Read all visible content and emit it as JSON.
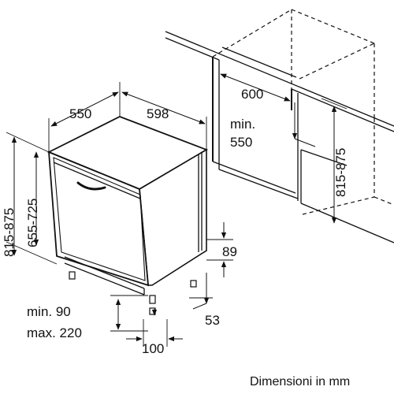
{
  "dimensions": {
    "appliance_depth": "550",
    "appliance_width": "598",
    "niche_width": "600",
    "niche_min_depth_line1": "min.",
    "niche_min_depth_line2": "550",
    "niche_height": "815-875",
    "appliance_height": "815-875",
    "door_height": "655-725",
    "plinth_height": "89",
    "foot_offset": "53",
    "plinth_depth_min": "min. 90",
    "plinth_depth_max": "max. 220",
    "plinth_setback": "100"
  },
  "caption": "Dimensioni in mm"
}
